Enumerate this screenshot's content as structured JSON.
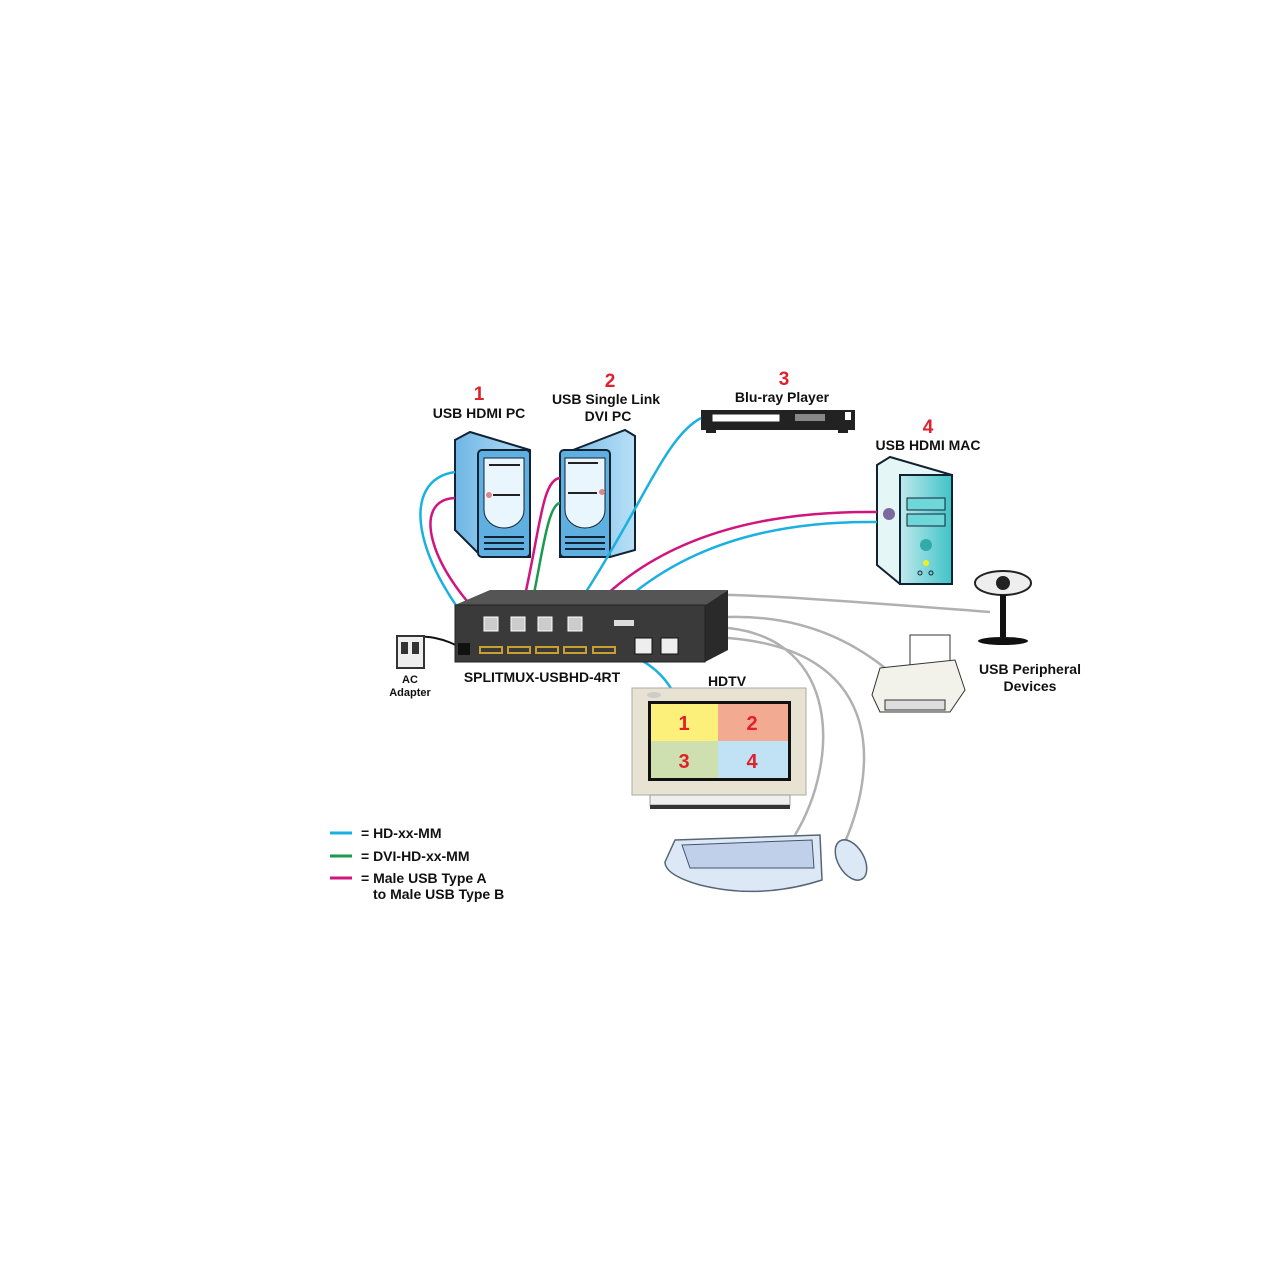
{
  "colors": {
    "hdmi_cable": "#1ab0e0",
    "dvi_cable": "#1a9a50",
    "usb_cable": "#d0157e",
    "peripheral_cable": "#b0b0b0",
    "number_red": "#e0202a"
  },
  "devices": [
    {
      "number": "1",
      "label": "USB HDMI PC"
    },
    {
      "number": "2",
      "label_line1": "USB Single Link",
      "label_line2": "DVI PC"
    },
    {
      "number": "3",
      "label": "Blu-ray Player"
    },
    {
      "number": "4",
      "label": "USB HDMI MAC"
    }
  ],
  "switch": {
    "label": "SPLITMUX-USBHD-4RT"
  },
  "ac_adapter": {
    "line1": "AC",
    "line2": "Adapter"
  },
  "hdtv": {
    "label": "HDTV",
    "quadrants": [
      "1",
      "2",
      "3",
      "4"
    ]
  },
  "peripherals": {
    "line1": "USB Peripheral",
    "line2": "Devices"
  },
  "legend": [
    {
      "color": "#1ab0e0",
      "text": "= HD-xx-MM"
    },
    {
      "color": "#1a9a50",
      "text": "= DVI-HD-xx-MM"
    },
    {
      "color": "#d0157e",
      "text": "= Male USB Type A",
      "text2": "to Male USB Type B"
    }
  ]
}
